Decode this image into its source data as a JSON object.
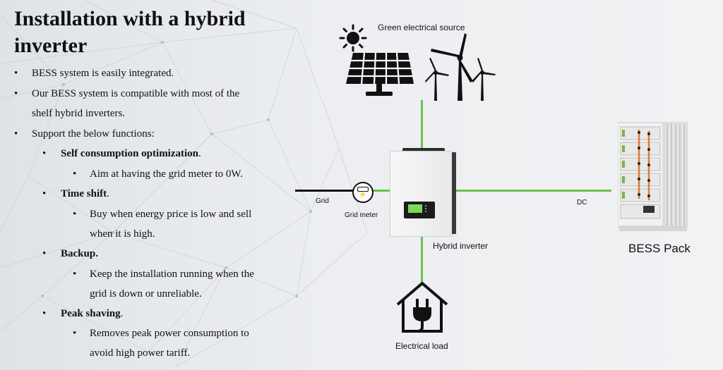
{
  "slide": {
    "title": "Installation with a hybrid inverter",
    "bullets": [
      {
        "text": "BESS system is easily integrated."
      },
      {
        "text": "Our BESS system is compatible with most of the"
      },
      {
        "text": "shelf hybrid inverters."
      },
      {
        "text": "Support the below functions:"
      }
    ],
    "functions": [
      {
        "name": "Self consumption optimization",
        "suffix": ".",
        "detail_lines": [
          "Aim at having the grid meter to 0W."
        ]
      },
      {
        "name": "Time shift",
        "suffix": ".",
        "detail_lines": [
          "Buy when energy price is low and sell",
          "when it is high."
        ]
      },
      {
        "name": "Backup.",
        "suffix": "",
        "detail_lines": [
          "Keep the installation running when the",
          "grid is down or unreliable."
        ]
      },
      {
        "name": "Peak shaving",
        "suffix": ".",
        "detail_lines": [
          "Removes peak power consumption to",
          "avoid high power tariff."
        ]
      }
    ],
    "bullet_char": "•"
  },
  "diagram": {
    "green_source": "Green electrical source",
    "grid": "Grid",
    "grid_meter": "Grid meter",
    "hybrid_inverter": "Hybrid inverter",
    "dc": "DC",
    "bess_pack": "BESS Pack",
    "electrical_load": "Electrical load",
    "meter_symbol": "⚡",
    "line_color": "#6cc04a"
  }
}
